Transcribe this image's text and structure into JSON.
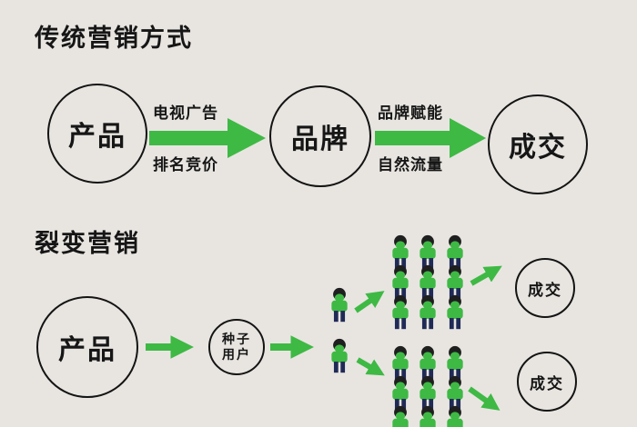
{
  "page": {
    "bg": "#e8e5e1"
  },
  "colors": {
    "green": "#3eb944",
    "navy": "#202a56",
    "hair": "#1f1f1f"
  },
  "traditional": {
    "title": "传统营销方式",
    "product": "产品",
    "brand": "品牌",
    "deal": "成交",
    "arrow1_top": "电视广告",
    "arrow1_bottom": "排名竞价",
    "arrow2_top": "品牌赋能",
    "arrow2_bottom": "自然流量"
  },
  "fission": {
    "title": "裂变营销",
    "product": "产品",
    "seed_line1": "种子",
    "seed_line2": "用户",
    "deal_top": "成交",
    "deal_bottom": "成交"
  }
}
